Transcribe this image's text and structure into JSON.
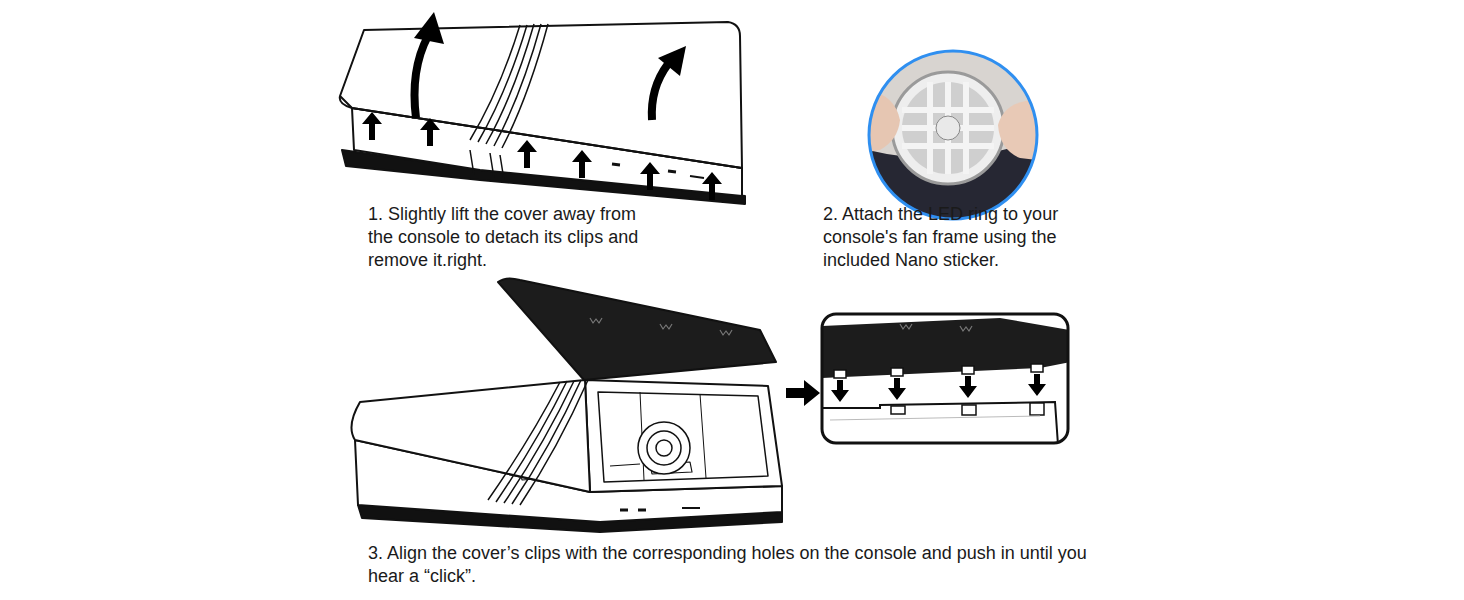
{
  "diagram": {
    "labels": [
      "1. Slightly lift the cover away from the console to detach its clips and remove it.right.",
      "2. Attach the LED ring to your console's fan frame using the included Nano sticker.",
      "3. Align the cover’s clips with the corresponding holes on the console and push in until you hear a “click”."
    ]
  }
}
